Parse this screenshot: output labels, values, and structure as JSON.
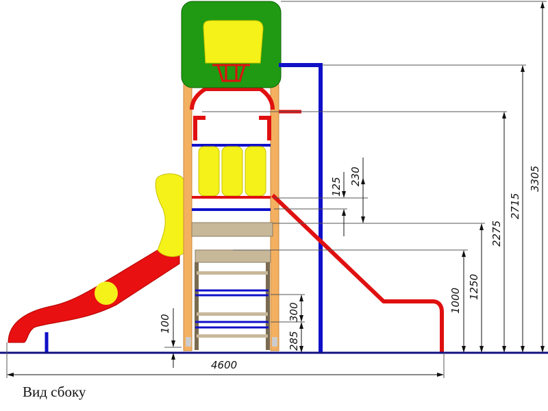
{
  "caption": "Вид сбоку",
  "dimensions": {
    "overall_height": "3305",
    "handrail_height": "2715",
    "upper_level": "2275",
    "platform_height": "1250",
    "slide_start_height": "1000",
    "offset_125": "125",
    "offset_230": "230",
    "step_300": "300",
    "step_285": "285",
    "clearance_100": "100",
    "overall_length": "4600"
  },
  "colors": {
    "roof": "#1f9a12",
    "backboard": "#f5f21a",
    "frame_red": "#e01010",
    "post_orange": "#f3b060",
    "rail_blue": "#1010c8",
    "plank": "#c8b89a",
    "ground": "#101080"
  }
}
